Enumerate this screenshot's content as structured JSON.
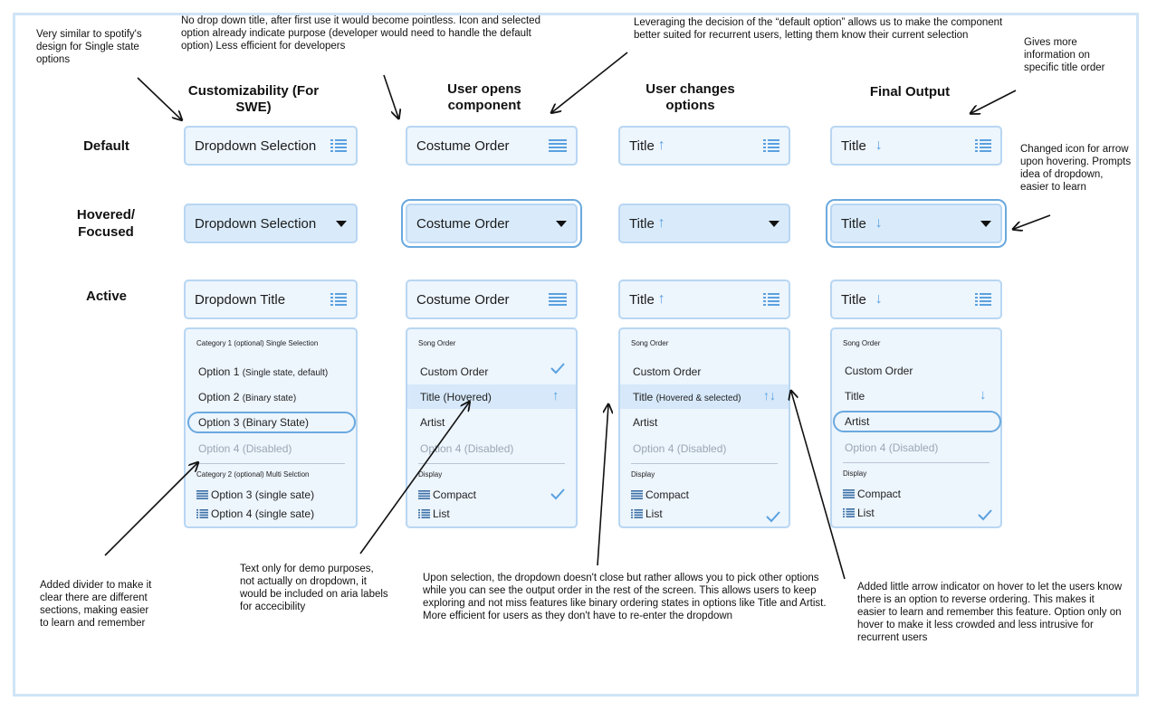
{
  "annotations": {
    "spotify": "Very similar to spotify's design for Single state options",
    "no_title": "No drop down title, after first use it would become pointless. Icon and selected option already indicate purpose (developer would need to handle the default option) Less efficient for developers",
    "leveraging": "Leveraging the decision of the “default option” allows us to make the component better suited for recurrent users, letting them know their current selection",
    "more_info": "Gives more information on specific title order",
    "changed_icon": "Changed icon for arrow upon hovering. Prompts idea of dropdown, easier to learn",
    "divider": "Added divider to make it clear there are different sections, making easier to learn and remember",
    "demo_text": "Text only for demo purposes, not actually on dropdown, it would be included on aria labels for accecibility",
    "selection": "Upon selection, the dropdown doesn't close but rather allows you to pick other options while you can see the output order in the rest of the screen. This allows users to keep exploring and not miss features like binary ordering states in options like Title and Artist. More efficient for users as they don't have to re-enter the dropdown",
    "little_arrow": "Added little arrow indicator on hover to let the users know there is an option to reverse ordering. This makes it easier to learn and remember this feature. Option only on hover to make it less crowded and less intrusive for recurrent users"
  },
  "columns": {
    "c1": "Customizability (For SWE)",
    "c2": "User opens component",
    "c3": "User changes options",
    "c4": "Final Output"
  },
  "rows": {
    "default": "Default",
    "hovered": "Hovered/ Focused",
    "active": "Active"
  },
  "triggers": {
    "c1_default": "Dropdown Selection",
    "c1_hover": "Dropdown Selection",
    "c1_active": "Dropdown Title",
    "c2_default": "Costume Order",
    "c2_hover": "Costume Order",
    "c2_active": "Costume Order",
    "title": "Title",
    "up_arrow": "↑",
    "down_arrow": "↓"
  },
  "menu1": {
    "cat1": "Category 1 (optional) Single Selection",
    "opt1": "Option 1",
    "opt1_note": "(Single state, default)",
    "opt2": "Option 2",
    "opt2_note": "(Binary state)",
    "opt3": "Option 3 (Binary State)",
    "opt4": "Option 4 (Disabled)",
    "cat2": "Category 2 (optional) Multi Selction",
    "opt5": "Option 3 (single sate)",
    "opt6": "Option 4 (single sate)"
  },
  "menu2": {
    "cat1": "Song Order",
    "opt1": "Custom Order",
    "opt2": "Title (Hovered)",
    "opt3": "Artist",
    "opt4": "Option 4 (Disabled)",
    "cat2": "Display",
    "opt5": "Compact",
    "opt6": "List"
  },
  "menu3": {
    "cat1": "Song Order",
    "opt1": "Custom Order",
    "opt2": "Title",
    "opt2_note": "(Hovered & selected)",
    "opt2_arrows": "↑↓",
    "opt3": "Artist",
    "opt4": "Option 4 (Disabled)",
    "cat2": "Display",
    "opt5": "Compact",
    "opt6": "List"
  },
  "menu4": {
    "cat1": "Song Order",
    "opt1": "Custom Order",
    "opt2": "Title",
    "opt3": "Artist",
    "opt4": "Option 4 (Disabled)",
    "cat2": "Display",
    "opt5": "Compact",
    "opt6": "List"
  },
  "icons": {
    "list": "list-lines-icon",
    "caret": "caret-down-icon",
    "check": "check-icon",
    "up": "arrow-up-icon",
    "down": "arrow-down-icon"
  },
  "colors": {
    "accent": "#5aa1e0",
    "panel": "#edf5fd",
    "panel_border": "#b8d6f2",
    "focus": "#6aa9df",
    "frame": "#cfe4f6"
  }
}
